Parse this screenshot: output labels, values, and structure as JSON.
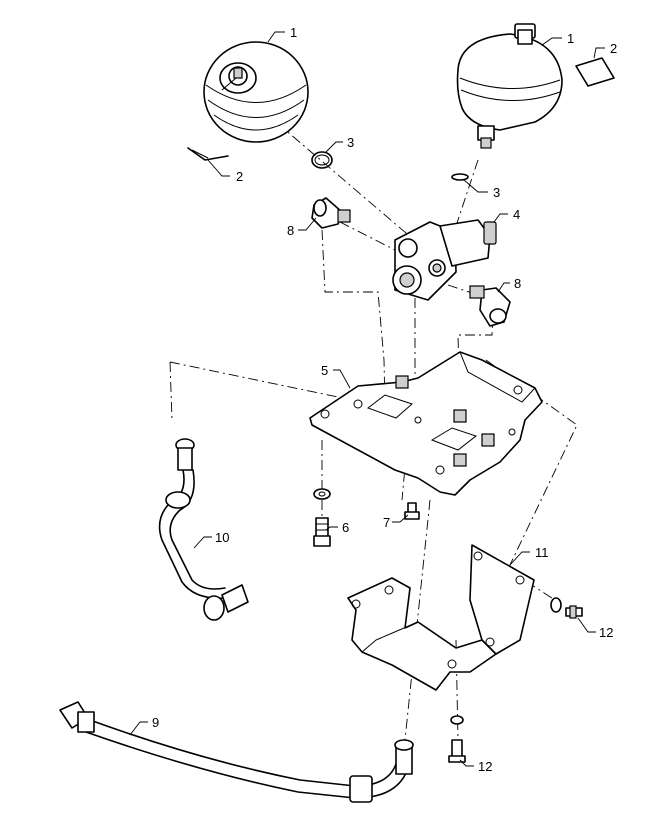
{
  "callouts": {
    "c1a": "1",
    "c1b": "1",
    "c2a": "2",
    "c2b": "2",
    "c3a": "3",
    "c3b": "3",
    "c4": "4",
    "c5": "5",
    "c6": "6",
    "c7": "7",
    "c8a": "8",
    "c8b": "8",
    "c9": "9",
    "c10": "10",
    "c11": "11",
    "c12a": "12",
    "c12b": "12"
  }
}
